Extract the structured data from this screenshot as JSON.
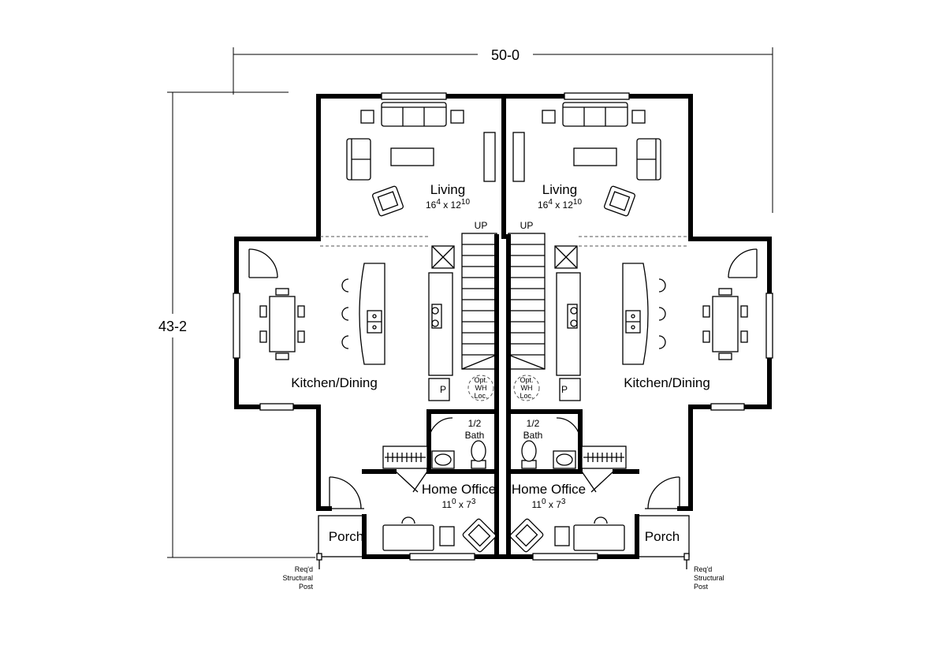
{
  "dimensions": {
    "width": "50-0",
    "depth": "43-2"
  },
  "units": [
    {
      "living": {
        "name": "Living",
        "w": "16",
        "w_sup": "4",
        "sep": " x ",
        "d": "12",
        "d_sup": "10"
      },
      "stair": "UP",
      "kitchen": "Kitchen/Dining",
      "pantry": "P",
      "water_heater": [
        "Opt.",
        "WH",
        "Loc."
      ],
      "bath": [
        "1/2",
        "Bath"
      ],
      "office": {
        "name": "Home Office",
        "w": "11",
        "w_sup": "0",
        "sep": " x ",
        "d": "7",
        "d_sup": "3"
      },
      "porch": "Porch",
      "post": [
        "Req'd",
        "Structural",
        "Post"
      ]
    },
    {
      "living": {
        "name": "Living",
        "w": "16",
        "w_sup": "4",
        "sep": " x ",
        "d": "12",
        "d_sup": "10"
      },
      "stair": "UP",
      "kitchen": "Kitchen/Dining",
      "pantry": "P",
      "water_heater": [
        "Opt.",
        "WH",
        "Loc."
      ],
      "bath": [
        "1/2",
        "Bath"
      ],
      "office": {
        "name": "Home Office",
        "w": "11",
        "w_sup": "0",
        "sep": " x ",
        "d": "7",
        "d_sup": "3"
      },
      "porch": "Porch",
      "post": [
        "Req'd",
        "Structural",
        "Post"
      ]
    }
  ]
}
